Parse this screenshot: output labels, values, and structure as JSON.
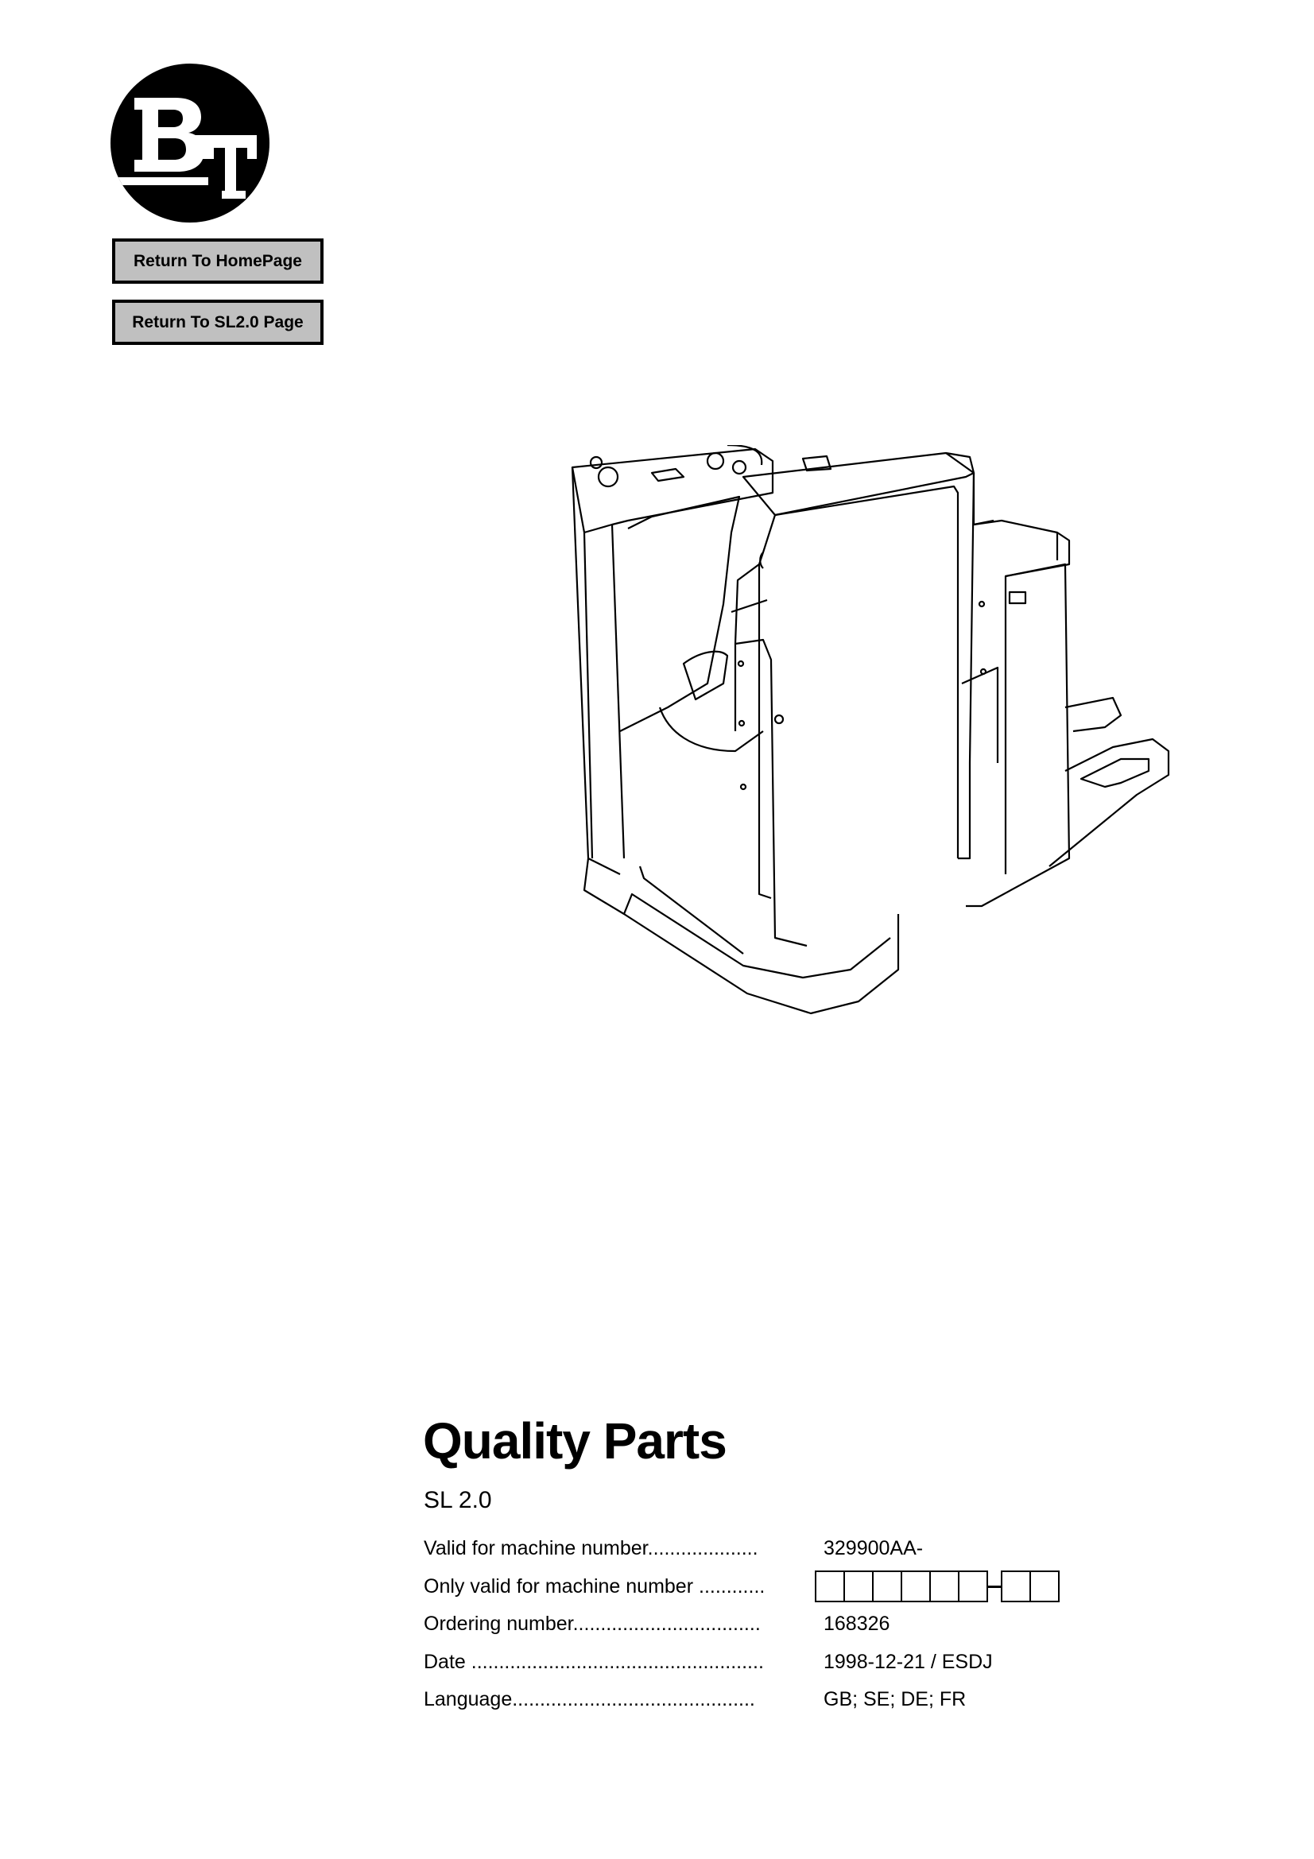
{
  "logo": {
    "text": "BT",
    "icon": "bt-logo-icon"
  },
  "nav": {
    "home_label": "Return To HomePage",
    "sl_label": "Return To SL2.0 Page"
  },
  "illustration": {
    "icon": "pallet-truck-illustration",
    "description": "Line drawing of SL 2.0 electric pallet truck"
  },
  "document": {
    "title": "Quality Parts",
    "subtitle": "SL 2.0",
    "info": [
      {
        "label": "Valid for machine number",
        "dots": "....................",
        "value": "329900AA-"
      },
      {
        "label": "Only valid for machine number",
        "dots": " ............",
        "value": "",
        "boxes_before_dash": 6,
        "boxes_after_dash": 2
      },
      {
        "label": "Ordering number",
        "dots": "..................................",
        "value": "168326"
      },
      {
        "label": "Date",
        "dots": " .....................................................",
        "value": "1998-12-21 / ESDJ"
      },
      {
        "label": "Language",
        "dots": "............................................",
        "value": "GB; SE; DE; FR"
      }
    ]
  }
}
